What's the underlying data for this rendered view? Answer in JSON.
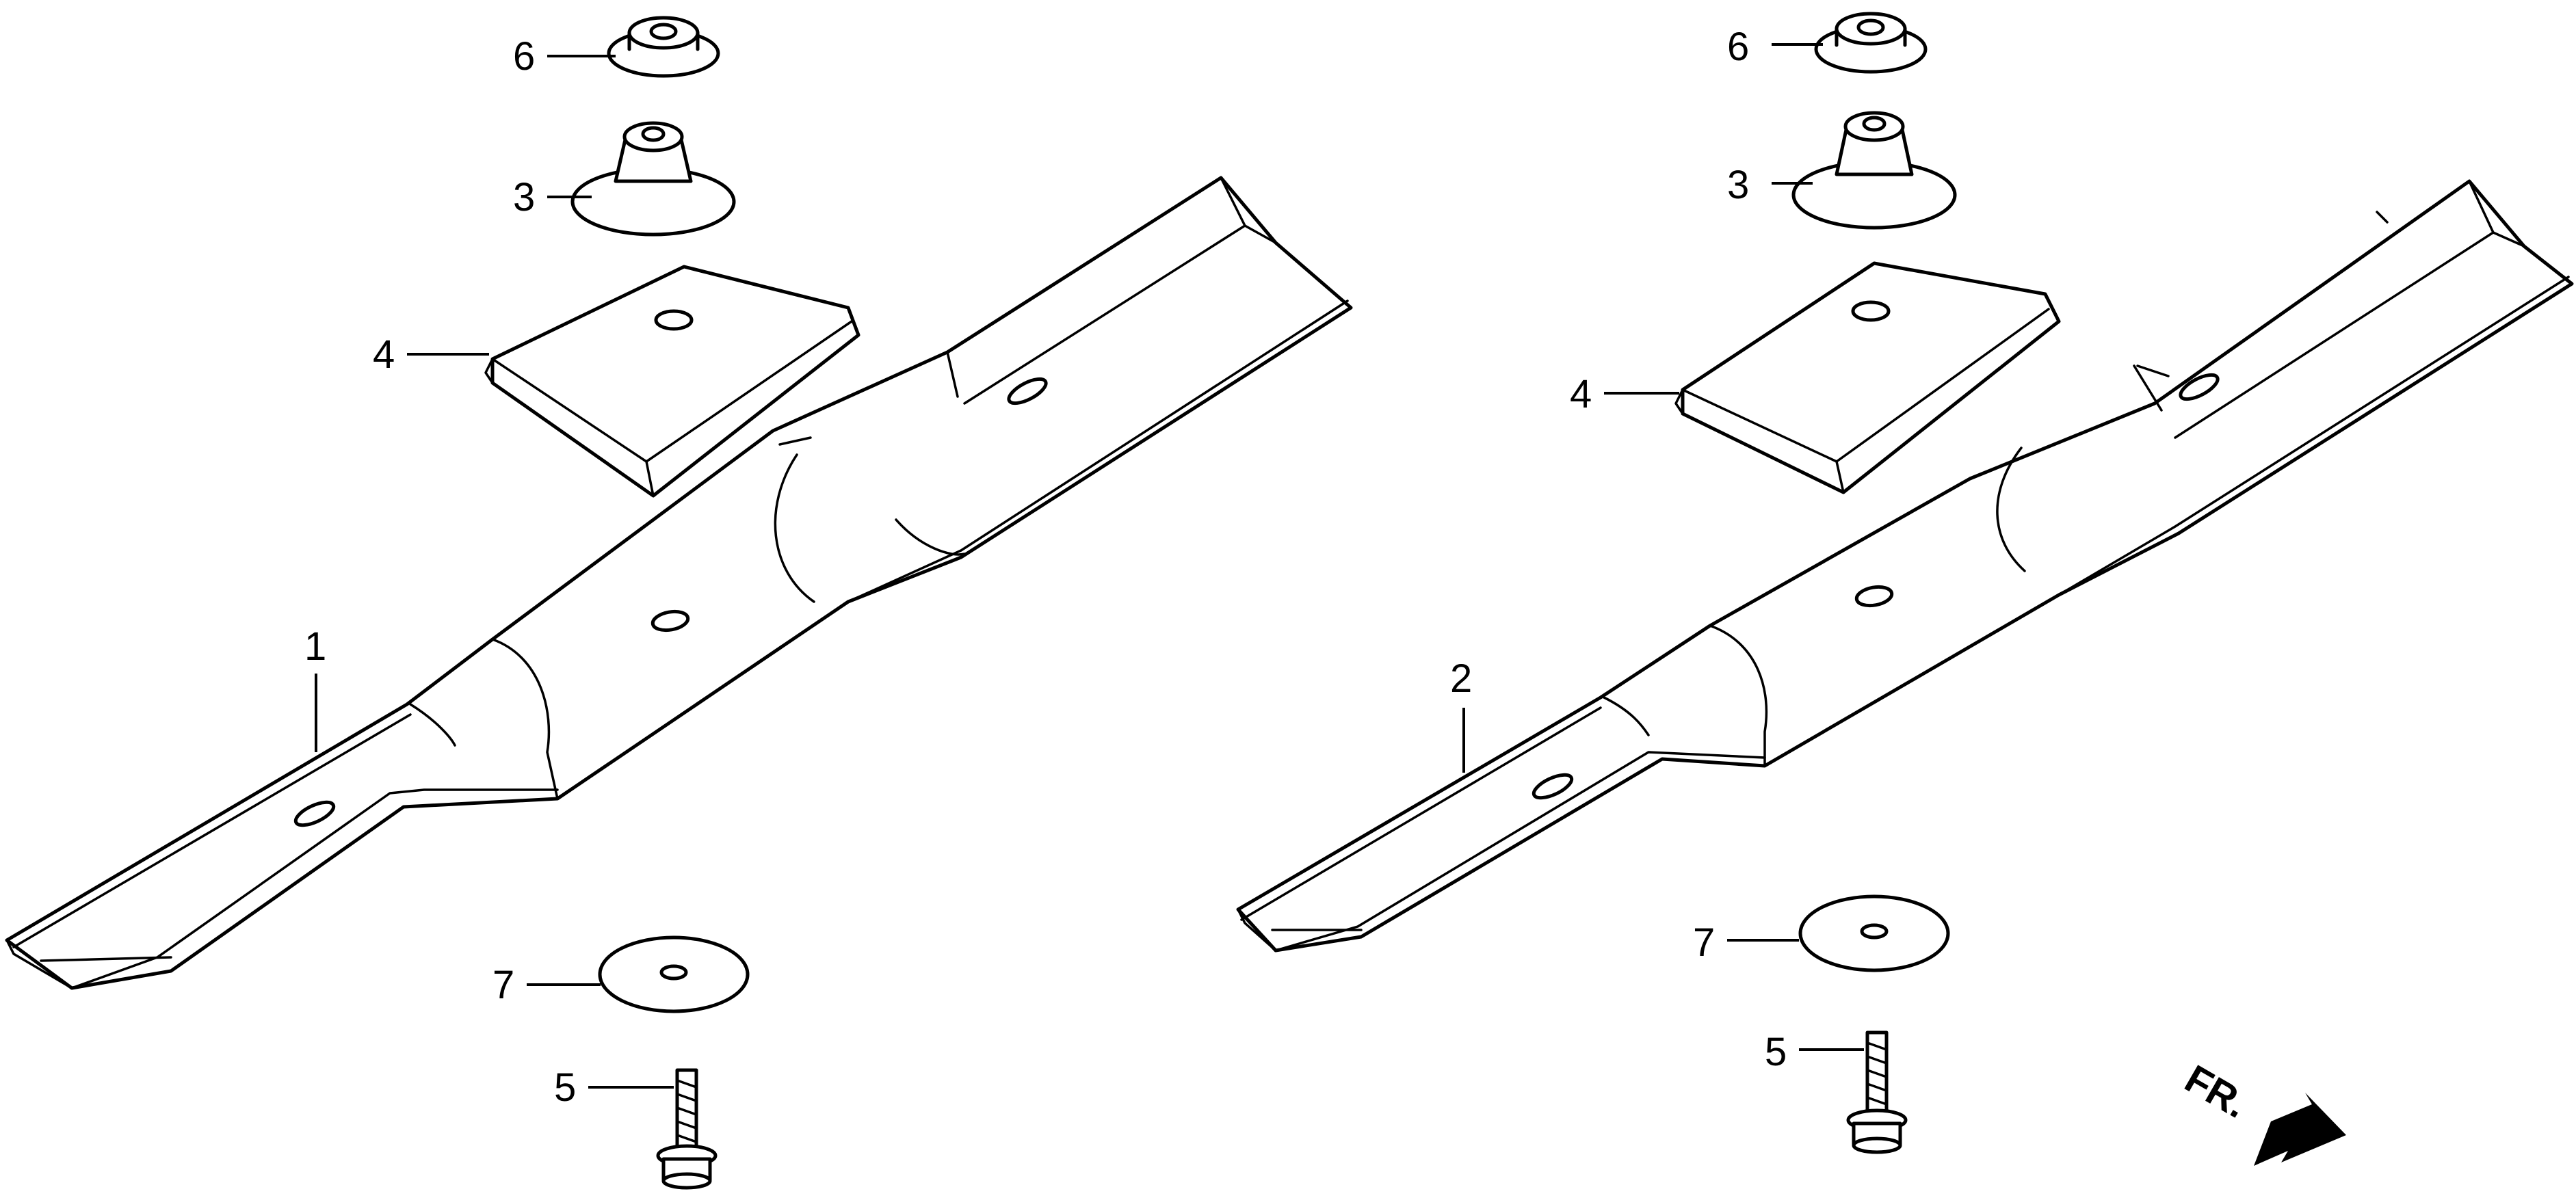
{
  "diagram": {
    "left_assembly": {
      "callouts": {
        "blade": "1",
        "nut_small": "6",
        "nut_large": "3",
        "plate": "4",
        "washer": "7",
        "bolt": "5"
      }
    },
    "right_assembly": {
      "callouts": {
        "blade": "2",
        "nut_small": "6",
        "nut_large": "3",
        "plate": "4",
        "washer": "7",
        "bolt": "5"
      }
    },
    "front_indicator": {
      "label": "FR.",
      "icon": "direction-arrow-icon"
    },
    "colors": {
      "line": "#000000",
      "background": "#ffffff"
    }
  }
}
